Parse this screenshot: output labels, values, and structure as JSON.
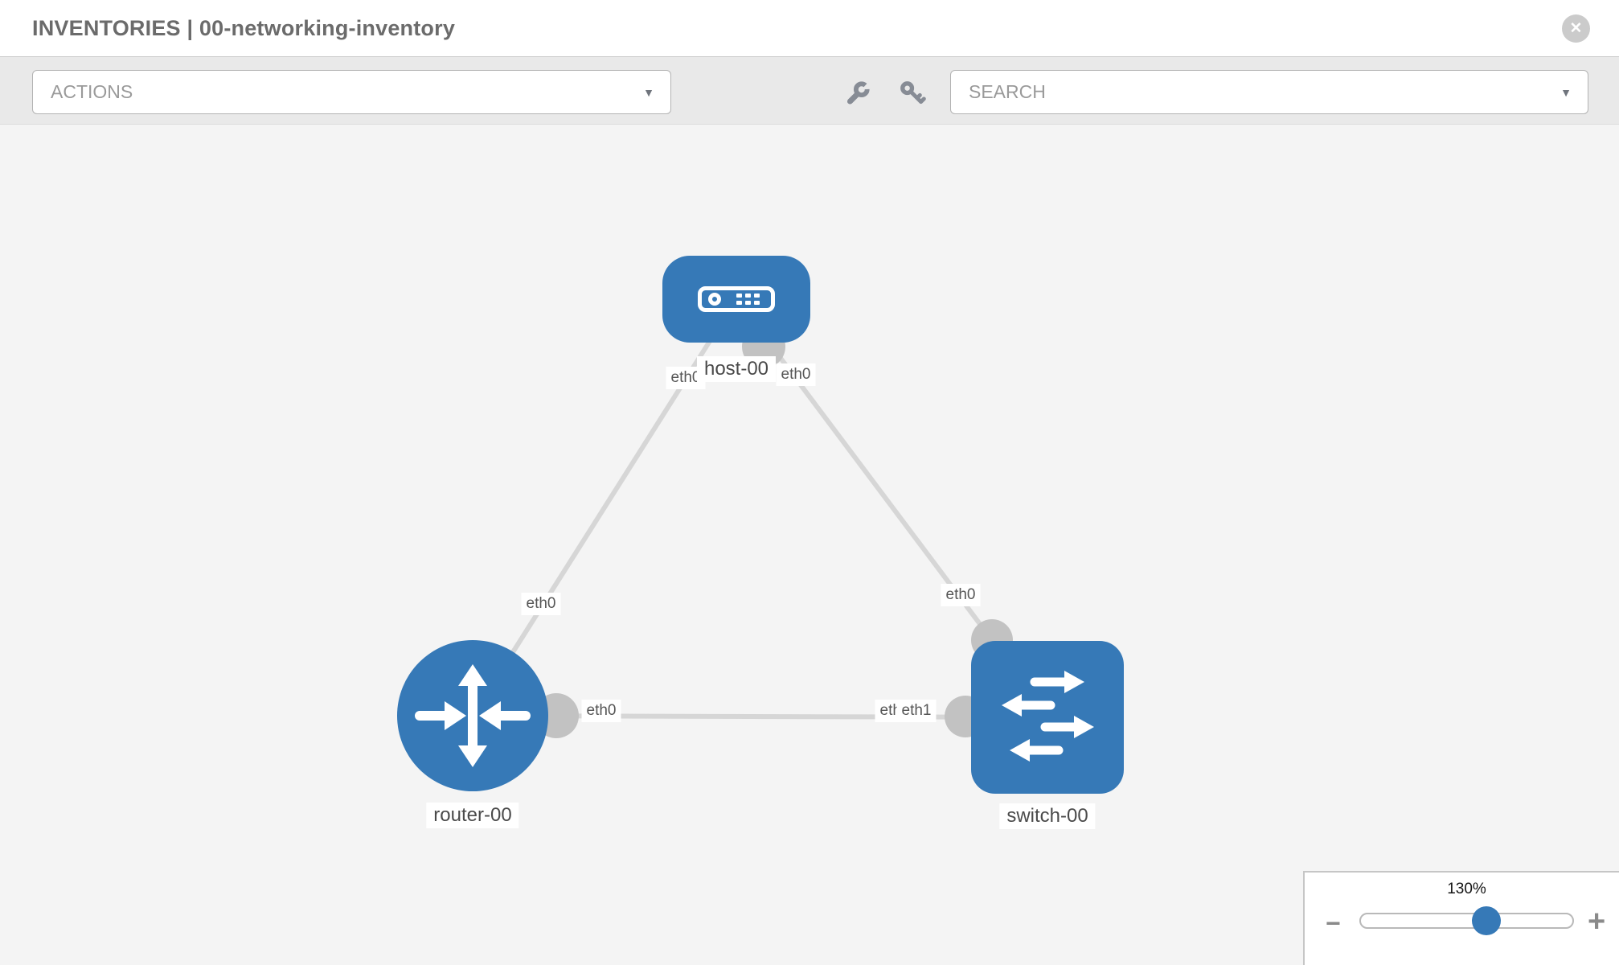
{
  "header": {
    "title": "INVENTORIES | 00-networking-inventory"
  },
  "toolbar": {
    "actions_label": "ACTIONS",
    "search_placeholder": "SEARCH"
  },
  "glyphs": {
    "caret": "▼",
    "close": "✕",
    "minus": "−",
    "plus": "+"
  },
  "colors": {
    "node_blue": "#3679b7",
    "link_gray": "#d6d6d6",
    "port_circle_gray": "#c2c2c2",
    "canvas_bg": "#f4f4f4",
    "toolbar_bg": "#e9e9e9",
    "header_text": "#6b6b6b",
    "placeholder_text": "#9a9a9a"
  },
  "graph": {
    "nodes": [
      {
        "label": "host-00",
        "type": "host"
      },
      {
        "label": "router-00",
        "type": "router"
      },
      {
        "label": "switch-00",
        "type": "switch"
      }
    ],
    "links": [
      {
        "source": "host-00",
        "source_interface": "eth0",
        "target": "router-00",
        "target_interface": "eth0"
      },
      {
        "source": "host-00",
        "source_interface": "eth0",
        "target": "switch-00",
        "target_interface": "eth0"
      },
      {
        "source": "router-00",
        "source_interface": "eth0",
        "target": "switch-00",
        "target_interface": "eth1"
      }
    ],
    "port_labels": [
      "eth0",
      "eth0",
      "eth0",
      "eth0",
      "eth0",
      "eth0",
      "eth1"
    ]
  },
  "zoom_control": {
    "level": "130%"
  }
}
